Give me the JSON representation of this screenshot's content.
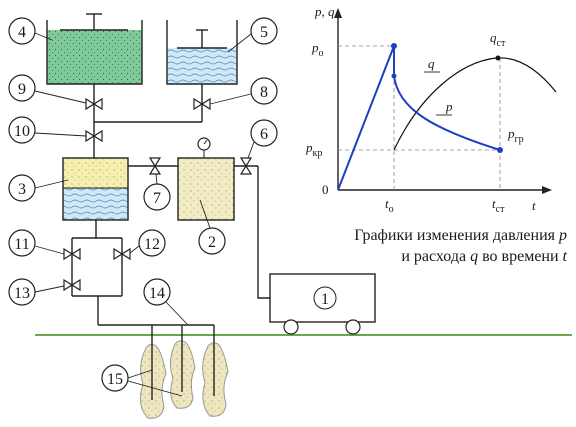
{
  "labels": {
    "n1": "1",
    "n2": "2",
    "n3": "3",
    "n4": "4",
    "n5": "5",
    "n6": "6",
    "n7": "7",
    "n8": "8",
    "n9": "9",
    "n10": "10",
    "n11": "11",
    "n12": "12",
    "n13": "13",
    "n14": "14",
    "n15": "15"
  },
  "graph": {
    "y_axis_label": "p, q",
    "x_axis_label": "t",
    "origin_label": "0",
    "p0_label": "p",
    "p0_sub": "о",
    "pkr_label": "p",
    "pkr_sub": "кр",
    "t0_label": "t",
    "t0_sub": "о",
    "tst_label": "t",
    "tst_sub": "ст",
    "q_curve_label": "q",
    "p_curve_label": "p",
    "qst_label": "q",
    "qst_sub": "ст",
    "pgr_label": "p",
    "pgr_sub": "гр",
    "colors": {
      "p_curve": "#1f3fbf",
      "q_curve": "#111111"
    }
  },
  "caption": {
    "line1_text": "Графики изменения давления ",
    "line1_var": "p",
    "line2_text": "и расхода ",
    "line2_var1": "q",
    "line2_mid": " во времени ",
    "line2_var2": "t"
  },
  "colors": {
    "green_fill": "#7fc99a",
    "sand_fill": "#f6efb0",
    "water_fill": "#cfe8f7",
    "sand_body": "#f2ecc4"
  }
}
